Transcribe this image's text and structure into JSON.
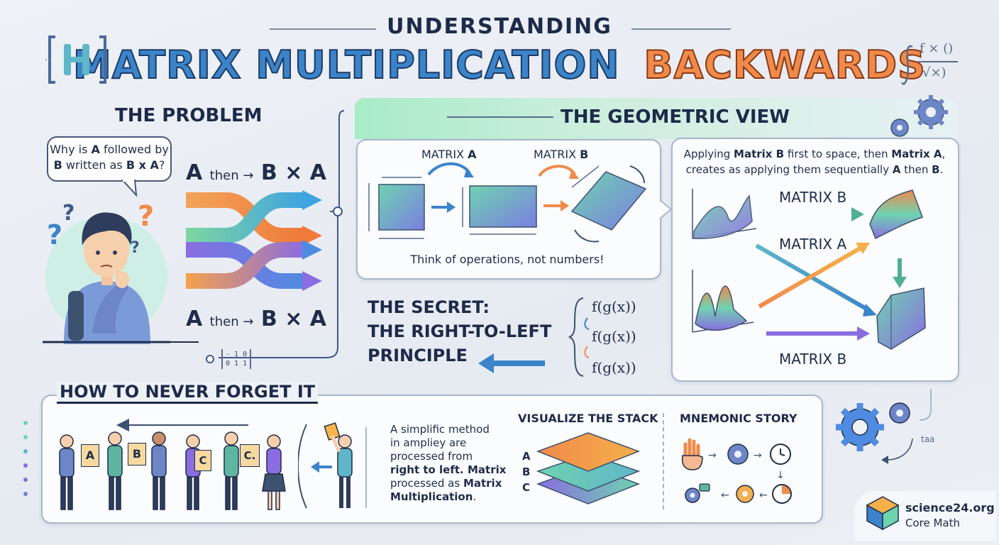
{
  "header": {
    "subtitle": "UNDERSTANDING",
    "title_main": "MATRIX MULTIPLICATION",
    "title_accent": "BACKWARDS",
    "corner_formula_top": "f × ()",
    "corner_formula_bottom": "√×)"
  },
  "problem": {
    "heading": "THE PROBLEM",
    "bubble_line1_pre": "Why is ",
    "bubble_line1_a": "A",
    "bubble_line1_post": " followed by",
    "bubble_line2_b": "B",
    "bubble_line2_post": " written as ",
    "bubble_line2_eq": "B x A",
    "bubble_line2_end": "?",
    "eq_top_a": "A",
    "eq_top_then": "then →",
    "eq_top_ba": "B × A",
    "eq_bottom_a": "A",
    "eq_bottom_then": "then →",
    "eq_bottom_ba": "B × A",
    "mini_matrix_row1": "- 1 0",
    "mini_matrix_row2": "0 1 1"
  },
  "geometric": {
    "heading": "THE GEOMETRIC VIEW",
    "matrix_a_label_pre": "MATRIX ",
    "matrix_a_label_letter": "A",
    "matrix_b_label_pre": "MATRIX ",
    "matrix_b_label_letter": "B",
    "caption": "Think of operations, not numbers!",
    "right_text_1": "Applying ",
    "right_text_2": "Matrix B",
    "right_text_3": " first to space, then ",
    "right_text_4": "Matrix A",
    "right_text_5": ",",
    "right_text_6": "creates as applying them sequentially ",
    "right_text_7": "A",
    "right_text_8": " then ",
    "right_text_9": "B",
    "right_text_10": ".",
    "flow_label_1": "MATRIX B",
    "flow_label_2": "MATRIX A",
    "flow_label_3": "MATRIX B"
  },
  "secret": {
    "line1": "THE SECRET:",
    "line2": "THE RIGHT-TO-LEFT",
    "line3": "PRINCIPLE",
    "fg1": "f(g(x))",
    "fg2": "f(g(x))",
    "fg3": "f(g(x))"
  },
  "never_forget": {
    "heading": "HOW TO NEVER FORGET IT",
    "cards": [
      "A",
      "B",
      "C",
      "C."
    ],
    "text_1": "A simplific method",
    "text_2": "in ampliey are",
    "text_3": "processed from",
    "text_4": "right to left. Matrix",
    "text_5_pre": "processed as ",
    "text_5_bold": "Matrix",
    "text_6": "Multiplication",
    "text_6_end": ".",
    "stack_heading": "VISUALIZE THE STACK",
    "stack_labels": [
      "A",
      "B",
      "C"
    ],
    "mnemonic_heading": "MNEMONIC STORY"
  },
  "footer": {
    "small_text": "taa",
    "brand": "science24.org",
    "brand_sub": "Core Math"
  },
  "colors": {
    "title_blue": "#3b84c9",
    "title_orange": "#f08a4b",
    "teal": "#6fd3b0",
    "purple": "#8a6de0",
    "panel_border": "#a9b6cb"
  }
}
